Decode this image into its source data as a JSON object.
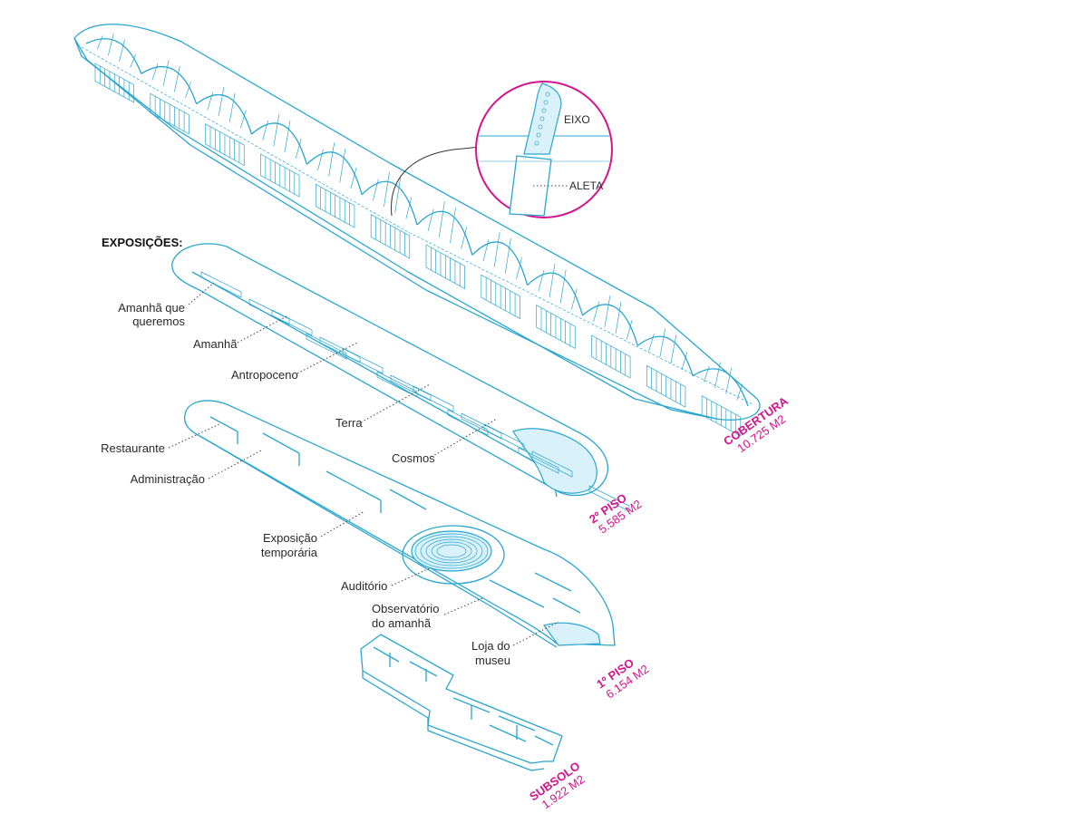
{
  "colors": {
    "line": "#29a6cf",
    "accent": "#d4148c",
    "text": "#2a2a2a"
  },
  "title": "EXPOSIÇÕES:",
  "inset": {
    "eixo": "EIXO",
    "aleta": "ALETA"
  },
  "exhibitions": [
    "Amanhã que queremos",
    "Amanhã",
    "Antropoceno",
    "Terra",
    "Cosmos"
  ],
  "rooms": [
    "Restaurante",
    "Administração",
    "Exposição temporária",
    "Auditório",
    "Observatório do amanhã",
    "Loja do museu"
  ],
  "levels": {
    "cobertura": {
      "name": "COBERTURA",
      "area": "10.725 M2"
    },
    "piso2": {
      "name": "2º PISO",
      "area": "5.585 M2"
    },
    "piso1": {
      "name": "1º PISO",
      "area": "6.154 M2"
    },
    "subsolo": {
      "name": "SUBSOLO",
      "area": "1.922 M2"
    }
  }
}
